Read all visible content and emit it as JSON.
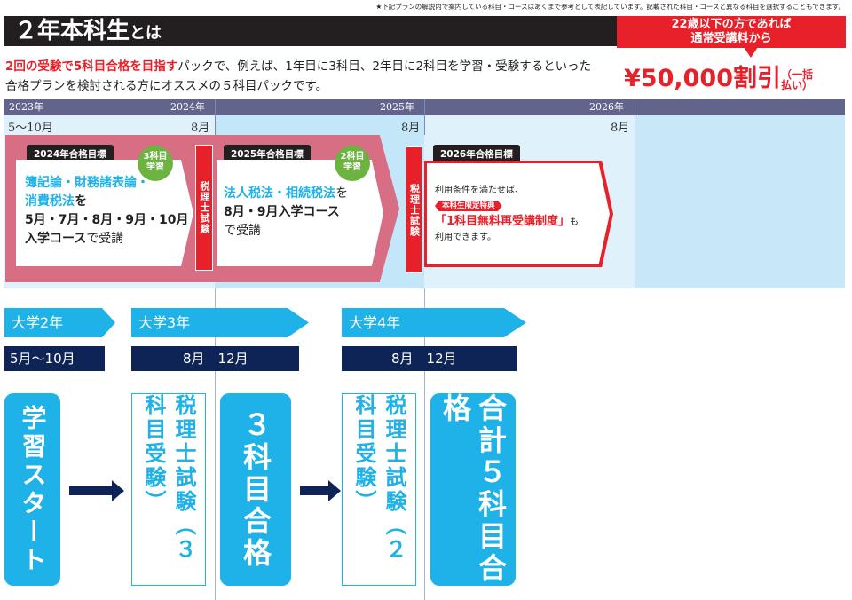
{
  "note": "★下記プランの解説内で案内している科目・コースはあくまで参考として表記しています。記載された科目・コースと異なる科目を選択することもできます。",
  "header": {
    "title_main": "２年本科生",
    "title_suffix": "とは"
  },
  "promo": {
    "line1": "22歳以下の方であれば",
    "line2": "通常受講料から",
    "price": "¥50,000割引",
    "paren_top": "（一括",
    "paren_bottom": "払い）"
  },
  "description": {
    "highlight": "2回の受験で5科目合格を目指す",
    "rest1": "パックで、例えば、1年目に3科目、2年目に2科目を学習・受験するといった",
    "line2": "合格プランを検討される方にオススメの５科目パックです。"
  },
  "timeline": {
    "years": [
      "2023年",
      "2024年",
      "2025年",
      "2026年"
    ],
    "months": [
      "5～10月",
      "8月",
      "8月",
      "8月"
    ],
    "stage1": {
      "tag": "2024年合格目標",
      "badge_top": "3科目",
      "badge_bottom": "学習",
      "subjects1": "簿記論・財務諸表論・",
      "subjects2": "消費税法",
      "wo": "を",
      "courses": "5月・7月・8月・9月・10月",
      "course_b": "入学コース",
      "course_c": "で受講"
    },
    "exam_label": "税理士試験",
    "stage2": {
      "tag": "2025年合格目標",
      "badge_top": "2科目",
      "badge_bottom": "学習",
      "subjects": "法人税法・相続税法",
      "wo": "を",
      "courses": "8月・9月入学コース",
      "course_c": "で受講"
    },
    "stage3": {
      "tag": "2026年合格目標",
      "line1": "利用条件を満たせば、",
      "ribbon": "本科生限定特典",
      "system": "「1科目無料再受講制度」",
      "mo": "も",
      "line3": "利用できます。"
    }
  },
  "flow": {
    "grades": [
      "大学2年",
      "大学3年",
      "大学4年"
    ],
    "periods": [
      "5月～10月",
      "8月　12月",
      "8月　12月"
    ],
    "start": "学習スタート",
    "exam1": "税理士試験（３科目受験）",
    "pass1": "３科目合格",
    "exam2": "税理士試験（２科目受験）",
    "pass2": "合計５科目合格"
  },
  "colors": {
    "red": "#e8202a",
    "cyan": "#1fb2e8",
    "navy": "#0f2456",
    "pink": "#d86e84",
    "green": "#6cb33f"
  }
}
